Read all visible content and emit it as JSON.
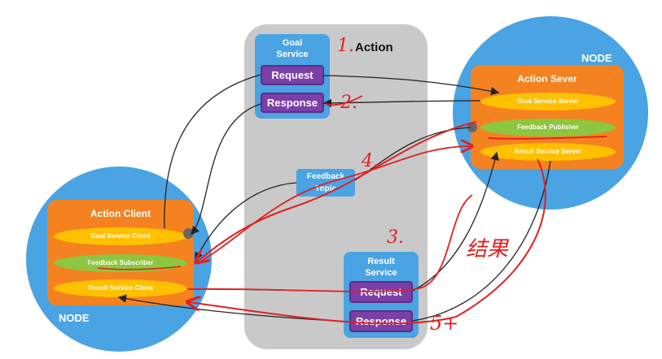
{
  "center": {
    "title_number": "1.",
    "title": "Action",
    "goal_service": {
      "title_line1": "Goal",
      "title_line2": "Service",
      "request": "Request",
      "response": "Response"
    },
    "feedback_topic": {
      "line1": "Feedback",
      "line2": "Topic"
    },
    "result_service": {
      "title_line1": "Result",
      "title_line2": "Service",
      "request": "Request",
      "response": "Response"
    }
  },
  "server_node": {
    "node_label": "NODE",
    "panel_title": "Action Sever",
    "items": [
      "Goal Service Server",
      "Feedback Publisher",
      "Result Service Server"
    ]
  },
  "client_node": {
    "node_label": "NODE",
    "panel_title": "Action Client",
    "items": [
      "Goal Service Client",
      "Feedback Subscriber",
      "Result Service Client"
    ]
  },
  "annotations": {
    "step2": "2.",
    "step3": "3.",
    "step4": "4.",
    "step5": "5+",
    "chinese": "结果"
  },
  "colors": {
    "node_blue": "#4aa3e3",
    "panel_orange": "#f58220",
    "button_purple": "#7b3fa8",
    "pill_yellow": "#ffc000",
    "pill_green": "#8dc63f",
    "annotation_red": "#e02020"
  }
}
